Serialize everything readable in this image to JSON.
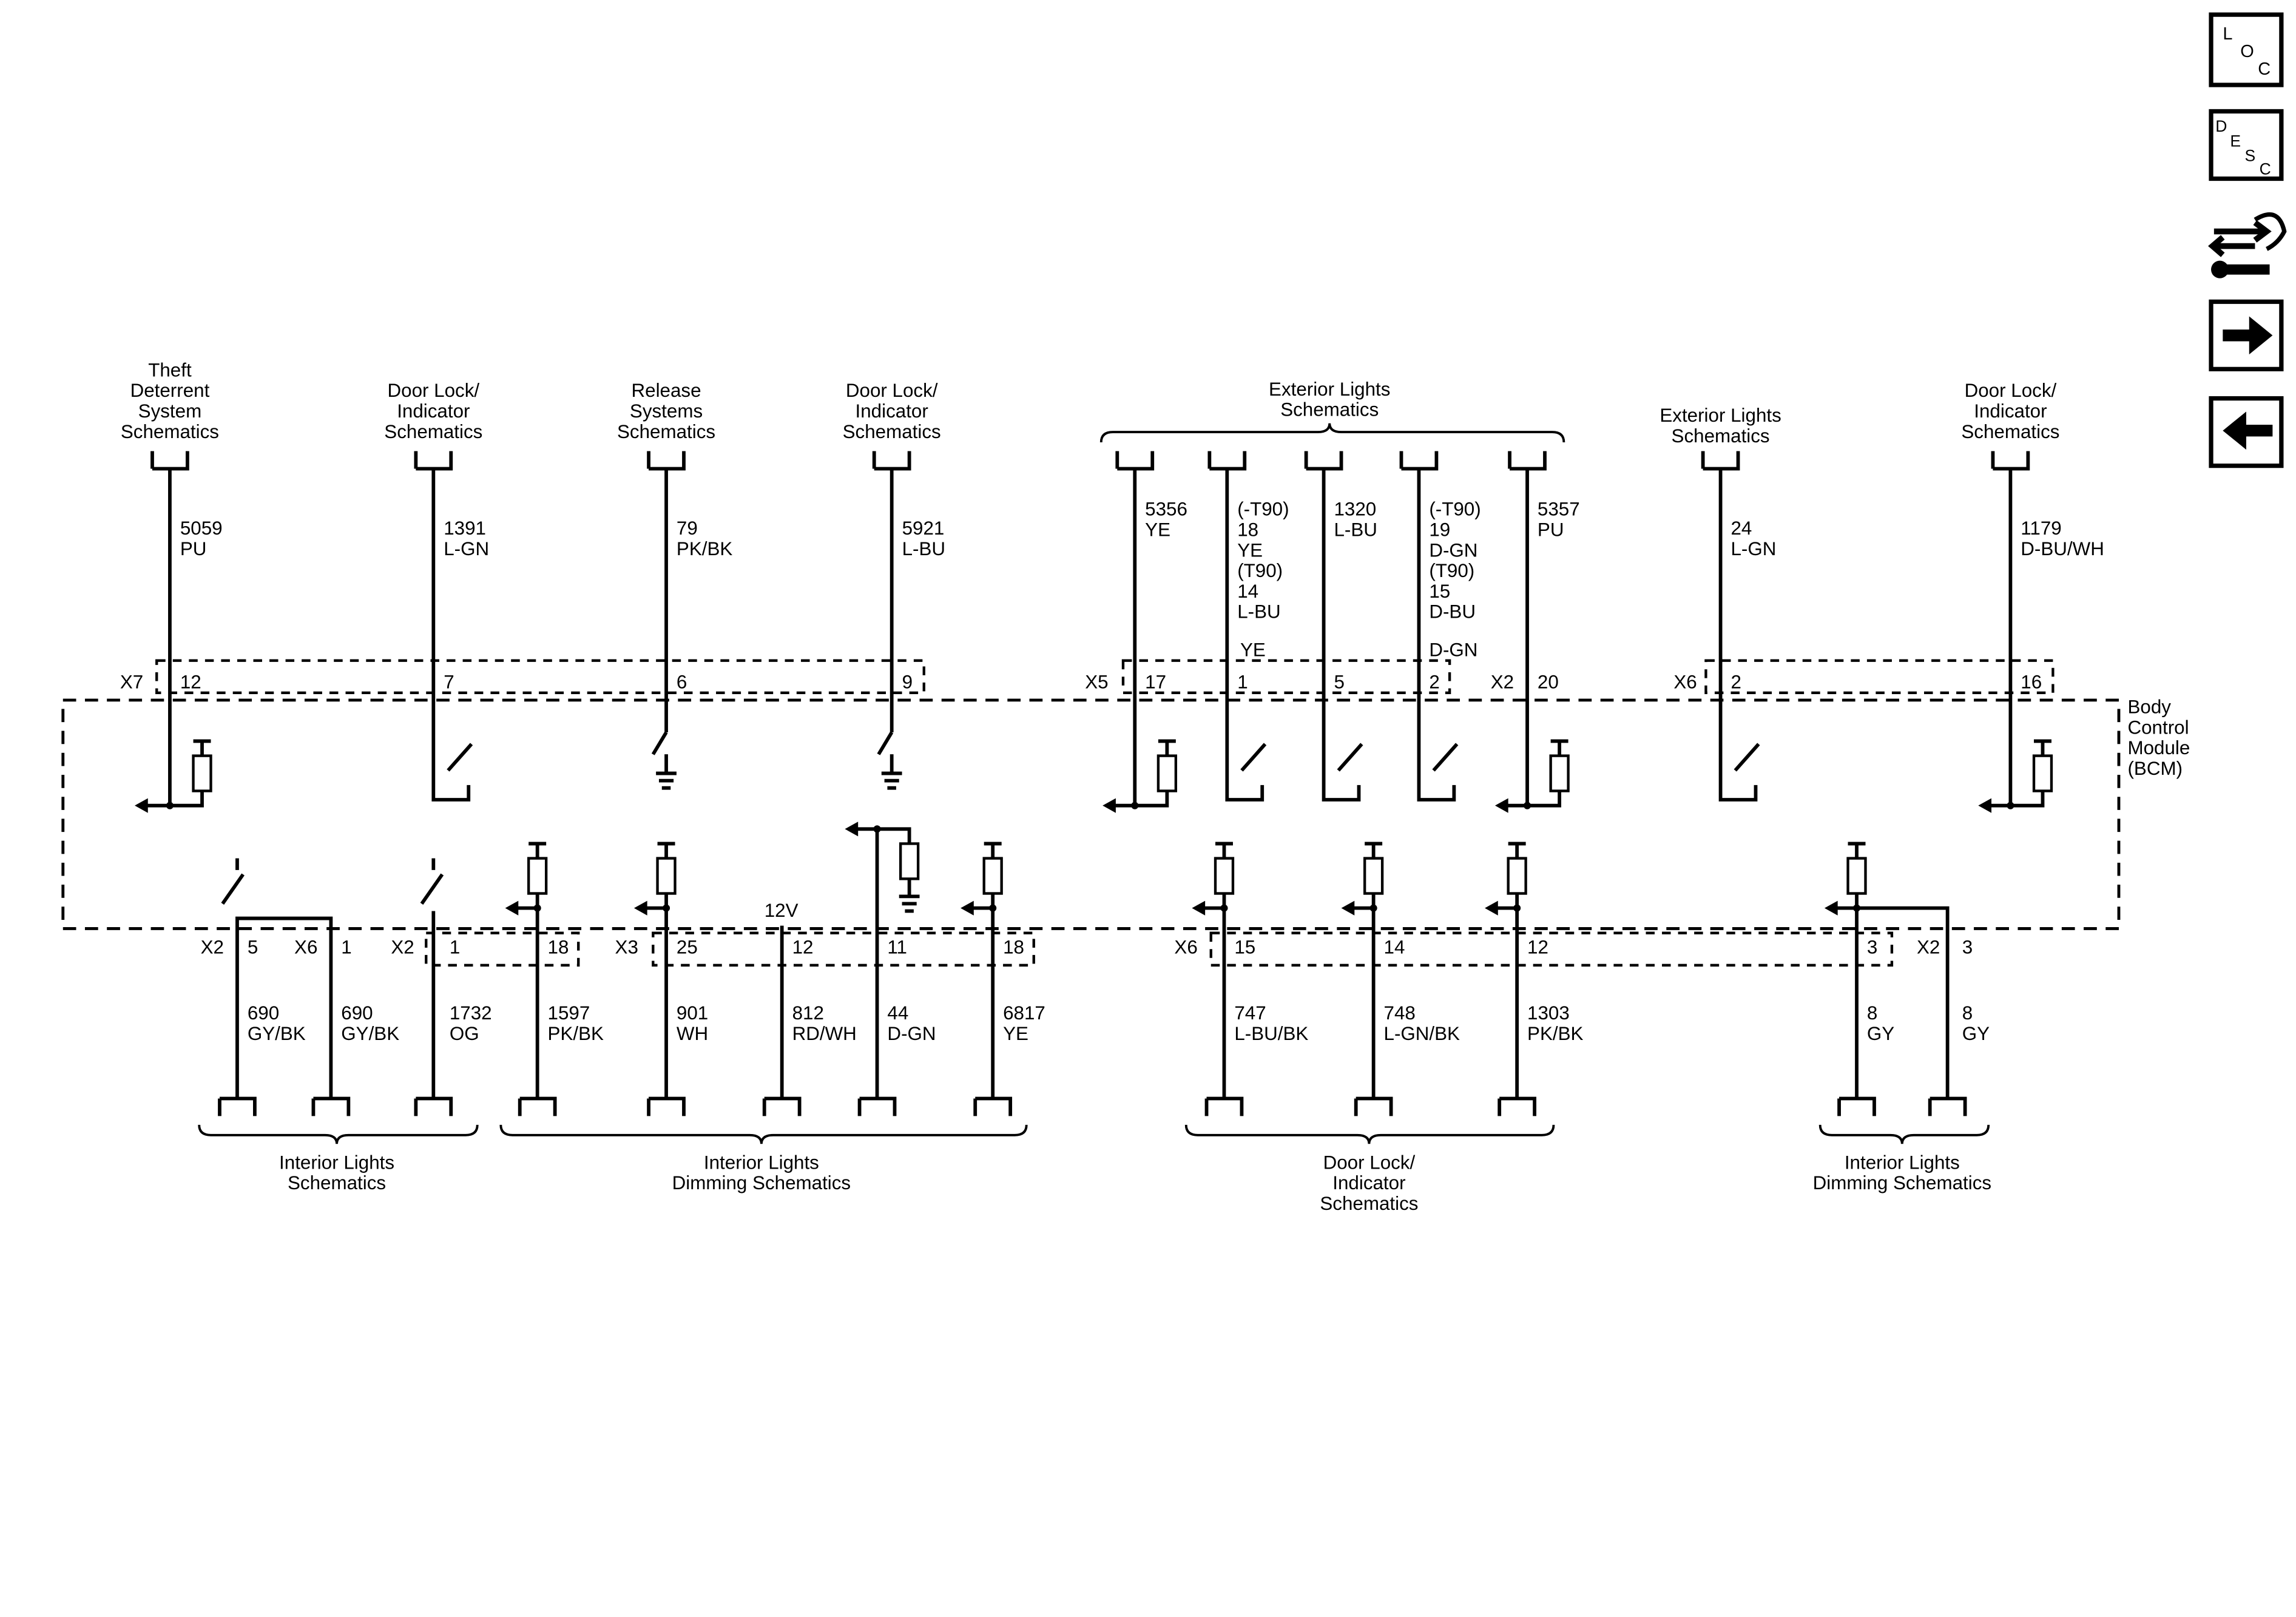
{
  "nav": {
    "loc": [
      "L",
      "O",
      "C"
    ],
    "desc": [
      "D",
      "E",
      "S",
      "C"
    ]
  },
  "top": {
    "groups": [
      {
        "id": "theft",
        "label": [
          "Theft",
          "Deterrent",
          "System",
          "Schematics"
        ]
      },
      {
        "id": "doorlock1",
        "label": [
          "Door Lock/",
          "Indicator",
          "Schematics"
        ]
      },
      {
        "id": "release",
        "label": [
          "Release",
          "Systems",
          "Schematics"
        ]
      },
      {
        "id": "doorlock2",
        "label": [
          "Door Lock/",
          "Indicator",
          "Schematics"
        ]
      },
      {
        "id": "extlights1",
        "label": [
          "Exterior Lights",
          "Schematics"
        ]
      },
      {
        "id": "extlights2",
        "label": [
          "Exterior Lights",
          "Schematics"
        ]
      },
      {
        "id": "doorlock3",
        "label": [
          "Door Lock/",
          "Indicator",
          "Schematics"
        ]
      }
    ],
    "wires": [
      {
        "circuit": "5059",
        "color": "PU",
        "pin": "12"
      },
      {
        "circuit": "1391",
        "color": "L-GN",
        "pin": "7"
      },
      {
        "circuit": "79",
        "color": "PK/BK",
        "pin": "6"
      },
      {
        "circuit": "5921",
        "color": "L-BU",
        "pin": "9"
      },
      {
        "circuit": "5356",
        "color": "YE",
        "pin": "17"
      },
      {
        "lines": [
          "(-T90)",
          "18",
          "YE",
          "(T90)",
          "14",
          "L-BU"
        ],
        "pinlabel": "YE",
        "pin": "1"
      },
      {
        "circuit": "1320",
        "color": "L-BU",
        "pin": "5"
      },
      {
        "lines": [
          "(-T90)",
          "19",
          "D-GN",
          "(T90)",
          "15",
          "D-BU"
        ],
        "pinlabel": "D-GN",
        "pin": "2"
      },
      {
        "circuit": "5357",
        "color": "PU",
        "pin": "20"
      },
      {
        "circuit": "24",
        "color": "L-GN",
        "pin": "2"
      },
      {
        "circuit": "1179",
        "color": "D-BU/WH",
        "pin": "16"
      }
    ],
    "connectors": [
      "X7",
      "X5",
      "X2",
      "X6"
    ]
  },
  "module": {
    "label": [
      "Body",
      "Control",
      "Module",
      "(BCM)"
    ]
  },
  "bottom": {
    "wires": [
      {
        "circuit": "690",
        "color": "GY/BK",
        "pin": "5"
      },
      {
        "circuit": "690",
        "color": "GY/BK",
        "pin": "1"
      },
      {
        "circuit": "1732",
        "color": "OG",
        "pin": "1"
      },
      {
        "circuit": "1597",
        "color": "PK/BK",
        "pin": "18"
      },
      {
        "circuit": "901",
        "color": "WH",
        "pin": "25"
      },
      {
        "circuit": "812",
        "color": "RD/WH",
        "pin": "12"
      },
      {
        "circuit": "44",
        "color": "D-GN",
        "pin": "11"
      },
      {
        "circuit": "6817",
        "color": "YE",
        "pin": "18"
      },
      {
        "circuit": "747",
        "color": "L-BU/BK",
        "pin": "15"
      },
      {
        "circuit": "748",
        "color": "L-GN/BK",
        "pin": "14"
      },
      {
        "circuit": "1303",
        "color": "PK/BK",
        "pin": "12"
      },
      {
        "circuit": "8",
        "color": "GY",
        "pin": "3"
      },
      {
        "circuit": "8",
        "color": "GY",
        "pin": "3"
      }
    ],
    "connectors": [
      "X2",
      "X6",
      "X2",
      "X3",
      "X6",
      "X2"
    ],
    "voltage": "12V",
    "groups": [
      {
        "id": "intlights",
        "label": [
          "Interior Lights",
          "Schematics"
        ]
      },
      {
        "id": "intdim1",
        "label": [
          "Interior Lights",
          "Dimming Schematics"
        ]
      },
      {
        "id": "doorlock",
        "label": [
          "Door Lock/",
          "Indicator",
          "Schematics"
        ]
      },
      {
        "id": "intdim2",
        "label": [
          "Interior Lights",
          "Dimming Schematics"
        ]
      }
    ]
  }
}
